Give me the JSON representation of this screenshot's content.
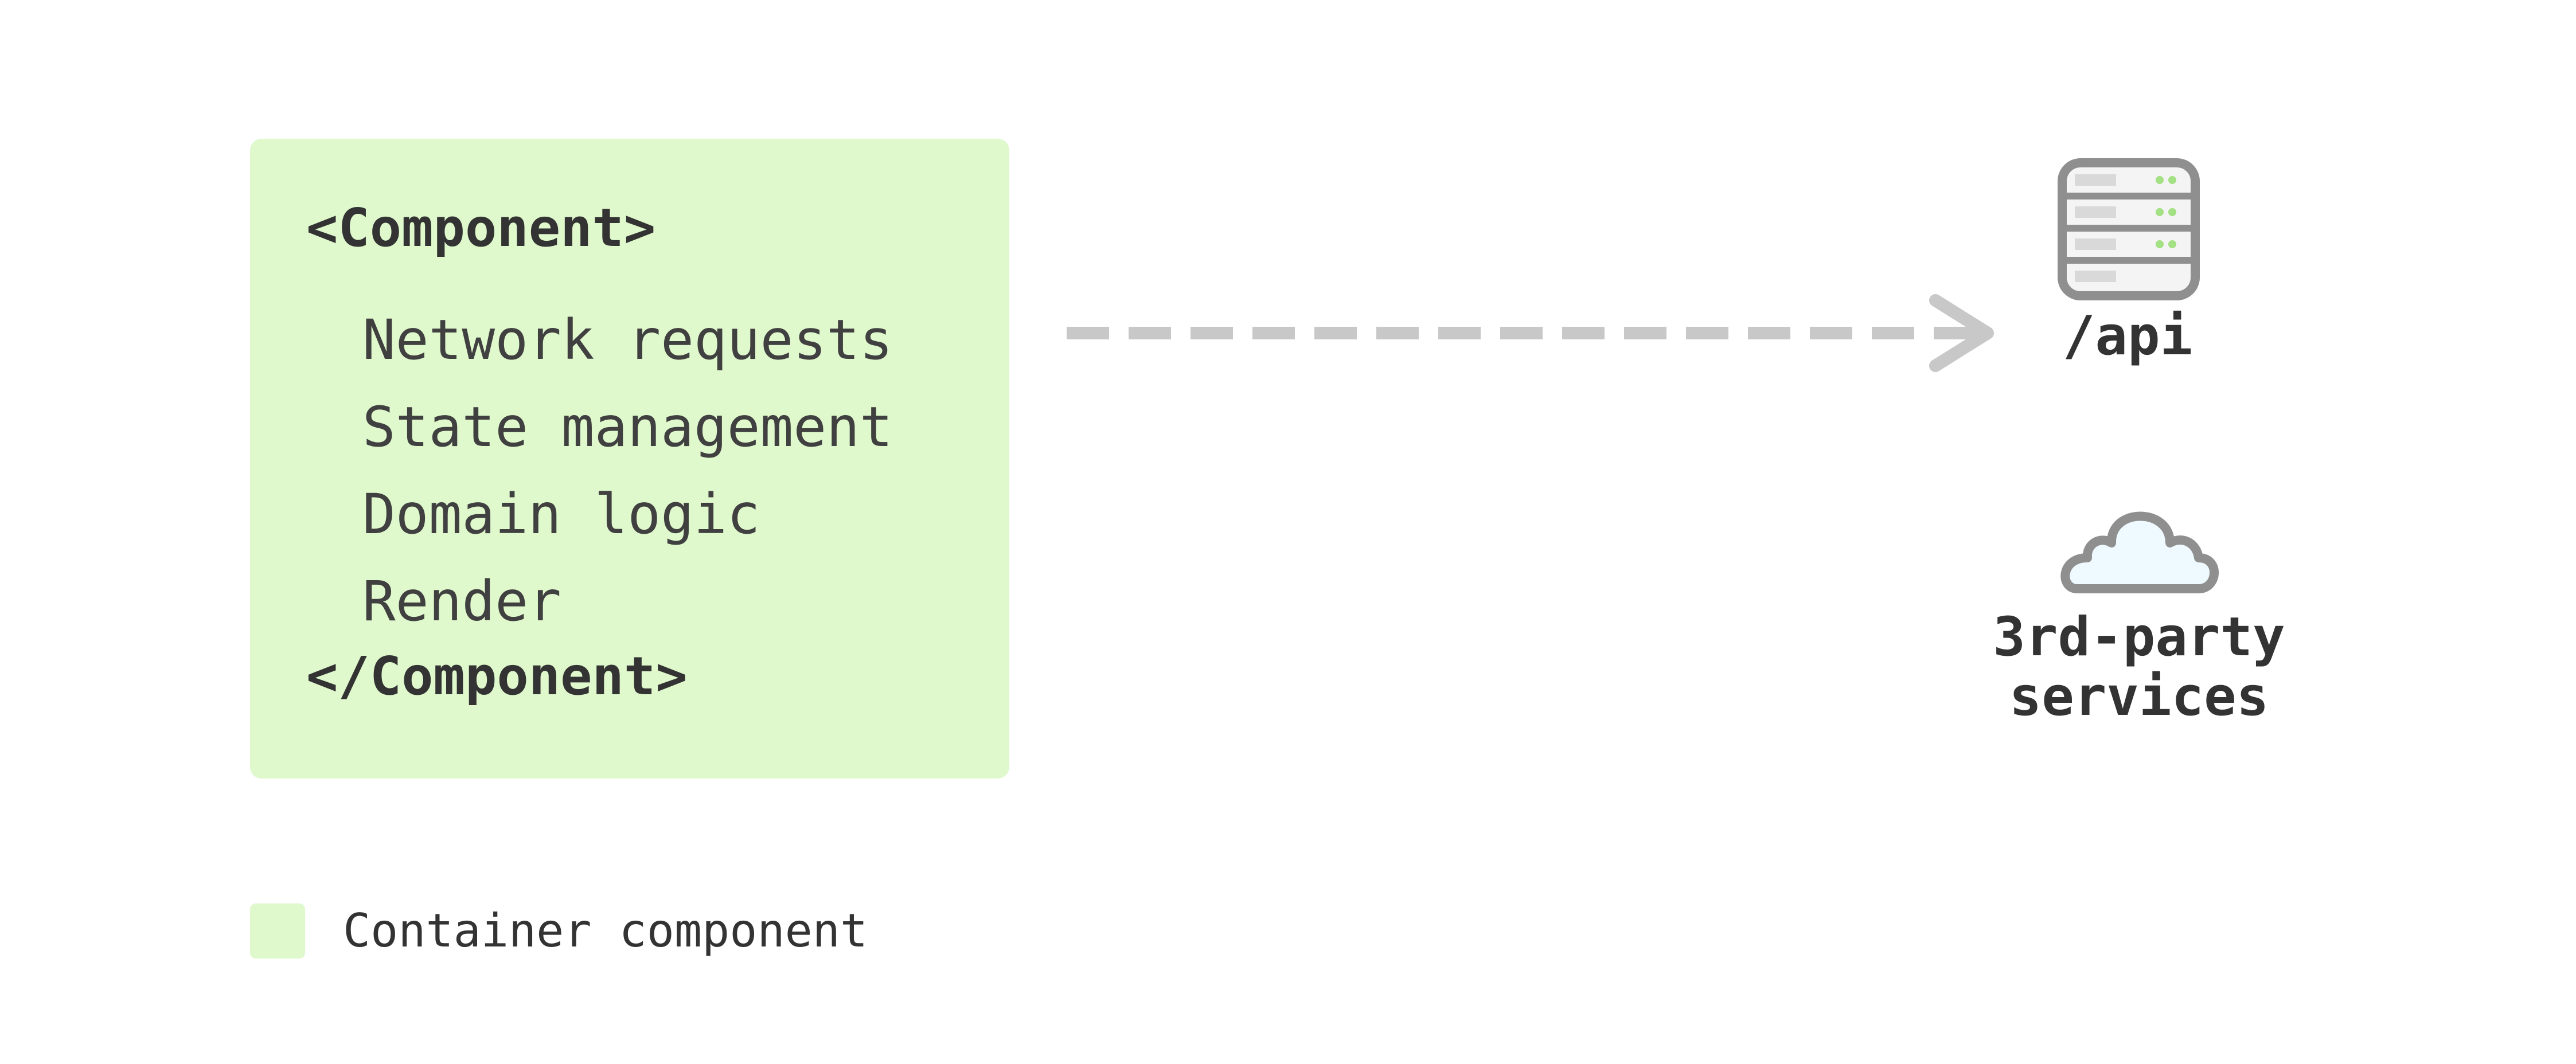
{
  "component": {
    "open_tag": "<Component>",
    "close_tag": "</Component>",
    "responsibilities": [
      "Network requests",
      "State management",
      "Domain logic",
      "Render"
    ]
  },
  "targets": {
    "api": {
      "label": "/api",
      "icon": "server-icon"
    },
    "services": {
      "label_lines": [
        "3rd-party",
        "services"
      ],
      "icon": "cloud-icon"
    }
  },
  "legend": {
    "items": [
      {
        "label": "Container component",
        "color": "#dff8cc"
      }
    ]
  },
  "colors": {
    "container": "#dff8cc",
    "arrow": "#c8c8c8",
    "icon_stroke": "#8f8f8f",
    "cloud_fill": "#eefaff",
    "text": "#333333"
  }
}
